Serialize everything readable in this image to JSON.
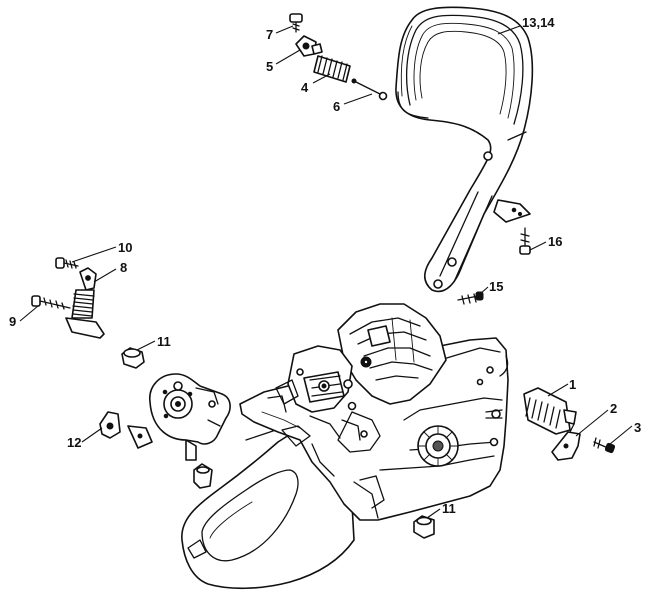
{
  "callouts": {
    "c1": "1",
    "c2": "2",
    "c3": "3",
    "c4": "4",
    "c5": "5",
    "c6": "6",
    "c7": "7",
    "c8": "8",
    "c9": "9",
    "c10": "10",
    "c11a": "11",
    "c11b": "11",
    "c12": "12",
    "c13_14": "13,14",
    "c15": "15",
    "c16": "16"
  }
}
